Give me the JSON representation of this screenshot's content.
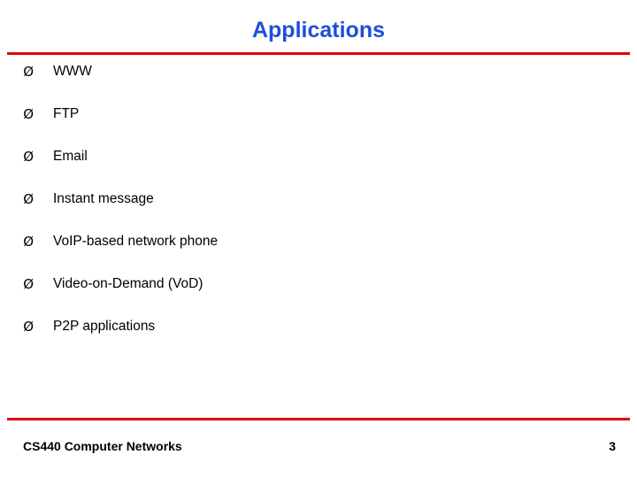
{
  "slide": {
    "title": "Applications",
    "bullet_marker": "Ø",
    "bullets": [
      {
        "label": "WWW"
      },
      {
        "label": "FTP"
      },
      {
        "label": "Email"
      },
      {
        "label": "Instant message"
      },
      {
        "label": "VoIP-based network phone"
      },
      {
        "label": "Video-on-Demand (VoD)"
      },
      {
        "label": "P2P applications"
      }
    ],
    "footer": {
      "course": "CS440 Computer Networks",
      "page_number": "3"
    },
    "colors": {
      "title": "#1f4fd8",
      "rule": "#e00000",
      "text": "#000000",
      "background": "#ffffff"
    }
  }
}
